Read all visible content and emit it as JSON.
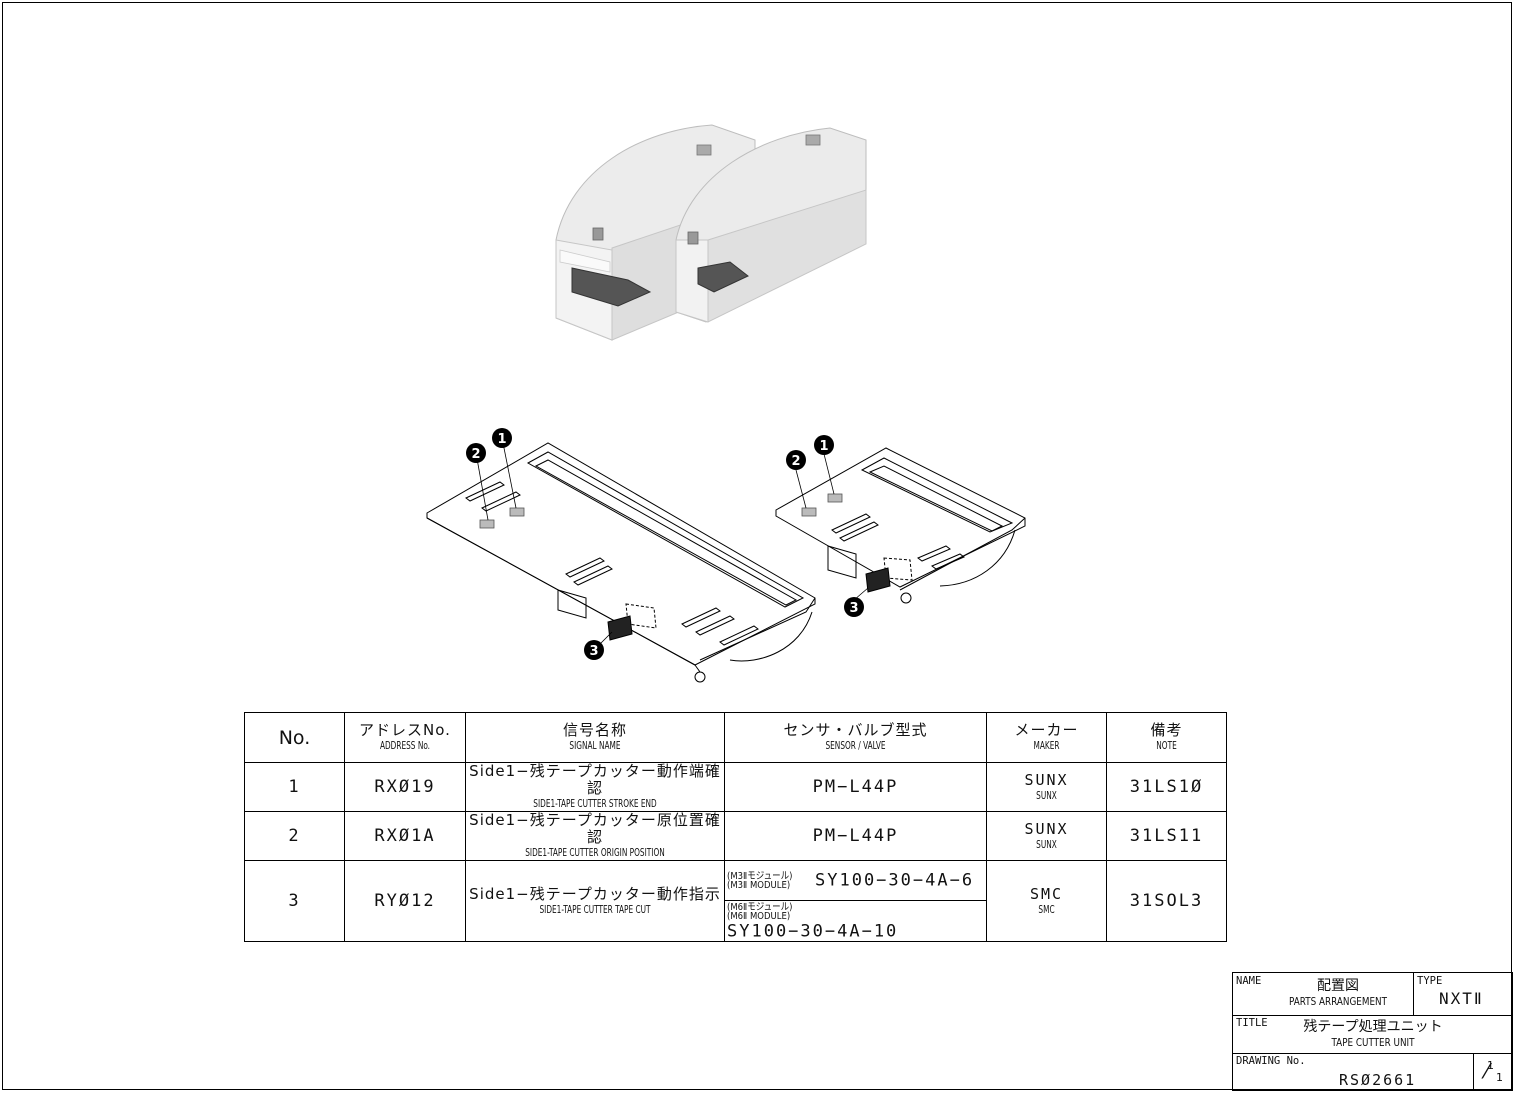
{
  "callouts": {
    "one": "1",
    "two": "2",
    "three": "3"
  },
  "table": {
    "headers": {
      "no": "No.",
      "address_jp": "アドレスNo.",
      "address_en": "ADDRESS No.",
      "signal_jp": "信号名称",
      "signal_en": "SIGNAL NAME",
      "sensor_jp": "センサ・バルブ型式",
      "sensor_en": "SENSOR / VALVE",
      "maker_jp": "メーカー",
      "maker_en": "MAKER",
      "note_jp": "備考",
      "note_en": "NOTE"
    },
    "rows": [
      {
        "no": "1",
        "address": "RXØ19",
        "signal_jp": "Side1−残テープカッター動作端確認",
        "signal_en": "SIDE1-TAPE CUTTER STROKE END",
        "sensor": "PM−L44P",
        "maker_main": "SUNX",
        "maker_sub": "SUNX",
        "note": "31LS1Ø"
      },
      {
        "no": "2",
        "address": "RXØ1A",
        "signal_jp": "Side1−残テープカッター原位置確認",
        "signal_en": "SIDE1-TAPE CUTTER ORIGIN POSITION",
        "sensor": "PM−L44P",
        "maker_main": "SUNX",
        "maker_sub": "SUNX",
        "note": "31LS11"
      },
      {
        "no": "3",
        "address": "RYØ12",
        "signal_jp": "Side1−残テープカッター動作指示",
        "signal_en": "SIDE1-TAPE CUTTER TAPE CUT",
        "sensor_a_module_jp": "(M3Ⅱモジュール)",
        "sensor_a_module_en": "(M3Ⅱ MODULE)",
        "sensor_a": "SY100−30−4A−6",
        "sensor_b_module_jp": "(M6Ⅱモジュール)",
        "sensor_b_module_en": "(M6Ⅱ MODULE)",
        "sensor_b": "SY100−30−4A−10",
        "maker_main": "SMC",
        "maker_sub": "SMC",
        "note": "31SOL3"
      }
    ]
  },
  "title_block": {
    "name_label": "NAME",
    "name_jp": "配置図",
    "name_en": "PARTS ARRANGEMENT",
    "type_label": "TYPE",
    "type_value": "NXTⅡ",
    "title_label": "TITLE",
    "title_jp": "残テープ処理ユニット",
    "title_en": "TAPE CUTTER UNIT",
    "drawing_label": "DRAWING No.",
    "drawing_no": "RSØ2661",
    "sheet_num": "1",
    "sheet_den": "1"
  }
}
